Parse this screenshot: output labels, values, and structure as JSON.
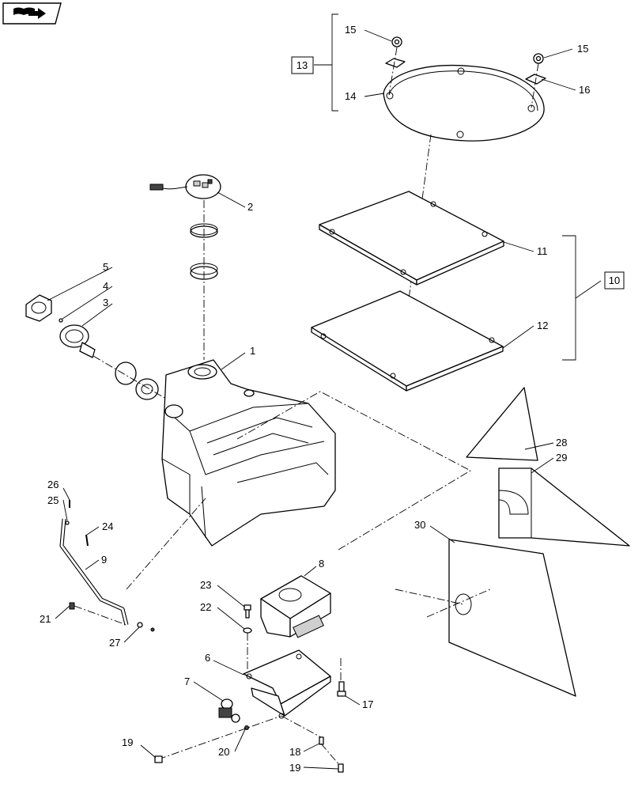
{
  "nav_icon": "book-arrow-icon",
  "callouts": {
    "c1": "1",
    "c2": "2",
    "c3": "3",
    "c4": "4",
    "c5": "5",
    "c6": "6",
    "c7": "7",
    "c8": "8",
    "c9": "9",
    "c10": "10",
    "c11": "11",
    "c12": "12",
    "c13": "13",
    "c14": "14",
    "c15a": "15",
    "c15b": "15",
    "c16": "16",
    "c17": "17",
    "c18": "18",
    "c19a": "19",
    "c19b": "19",
    "c20": "20",
    "c21": "21",
    "c22": "22",
    "c23": "23",
    "c24": "24",
    "c25": "25",
    "c26": "26",
    "c27": "27",
    "c28": "28",
    "c29": "29",
    "c30": "30"
  }
}
